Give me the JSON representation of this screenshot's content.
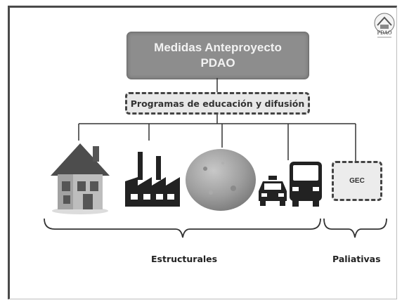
{
  "title": {
    "line1": "Medidas Anteproyecto",
    "line2": "PDAO"
  },
  "program_box": "Programas de educación y difusión",
  "gec_box": "GEC",
  "groups": {
    "structural": "Estructurales",
    "palliative": "Paliativas"
  },
  "logo": {
    "text": "PDAO"
  },
  "icons": [
    "house-icon",
    "factory-icon",
    "stone-disc-icon",
    "taxi-icon",
    "bus-icon"
  ],
  "colors": {
    "title_box": "#8d8d8d",
    "title_text": "#f2f2f2",
    "lines": "#333333"
  }
}
